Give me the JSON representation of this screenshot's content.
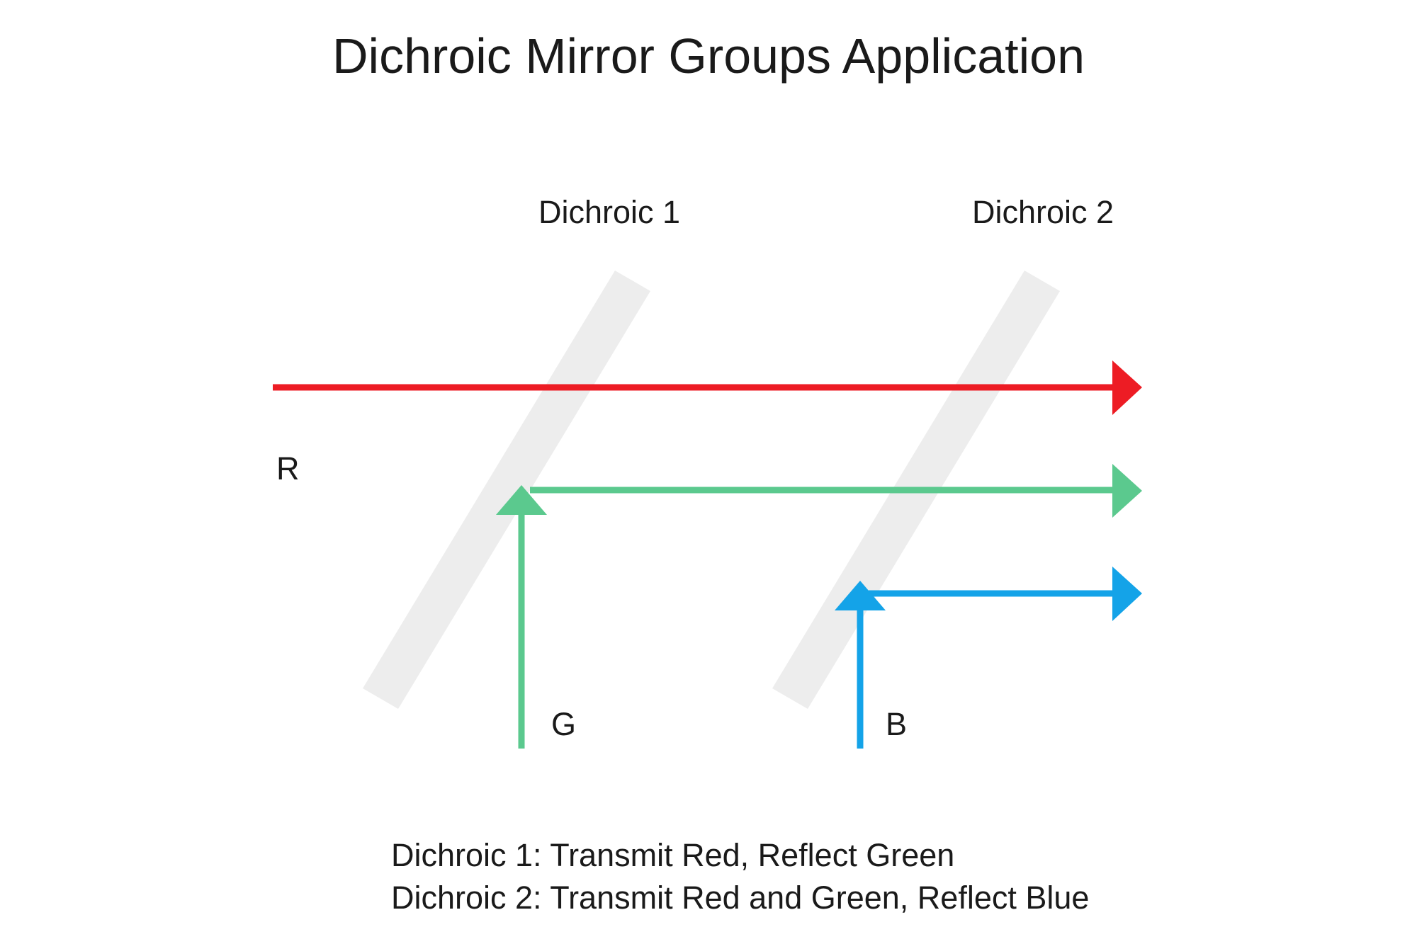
{
  "title": "Dichroic Mirror Groups Application",
  "mirrors": [
    {
      "label": "Dichroic 1"
    },
    {
      "label": "Dichroic 2"
    }
  ],
  "beam_labels": {
    "red": "R",
    "green": "G",
    "blue": "B"
  },
  "caption": {
    "line1": "Dichroic 1: Transmit Red, Reflect Green",
    "line2": "Dichroic 2: Transmit Red and Green, Reflect Blue"
  },
  "colors": {
    "red": "#ED1C24",
    "green": "#5BC98E",
    "blue": "#14A3E8",
    "mirror": "#EDEDED",
    "text": "#1A1A1A",
    "background": "#FFFFFF"
  },
  "chart_data": {
    "type": "diagram",
    "title": "Dichroic Mirror Groups Application",
    "elements": [
      {
        "name": "dichroic-mirror-1",
        "kind": "mirror",
        "label": "Dichroic 1",
        "color": "#EDEDED",
        "angle_deg": -57,
        "from": [
          535,
          965
        ],
        "to": [
          893,
          385
        ]
      },
      {
        "name": "dichroic-mirror-2",
        "kind": "mirror",
        "label": "Dichroic 2",
        "color": "#EDEDED",
        "angle_deg": -57,
        "from": [
          1113,
          965
        ],
        "to": [
          1471,
          385
        ]
      },
      {
        "name": "red-beam",
        "kind": "beam",
        "label": "R",
        "color": "#ED1C24",
        "direction": "left-to-right",
        "from": [
          385,
          547
        ],
        "to": [
          1608,
          547
        ],
        "arrowhead": "right",
        "passes": [
          "Dichroic 1",
          "Dichroic 2"
        ]
      },
      {
        "name": "green-beam-input",
        "kind": "beam",
        "label": "G",
        "color": "#5BC98E",
        "direction": "bottom-to-top",
        "from": [
          735,
          1055
        ],
        "to": [
          735,
          690
        ],
        "arrowhead": "up"
      },
      {
        "name": "green-beam-output",
        "kind": "beam",
        "label": "G",
        "color": "#5BC98E",
        "direction": "left-to-right",
        "from": [
          748,
          692
        ],
        "to": [
          1608,
          692
        ],
        "arrowhead": "right"
      },
      {
        "name": "blue-beam-input",
        "kind": "beam",
        "label": "B",
        "color": "#14A3E8",
        "direction": "bottom-to-top",
        "from": [
          1213,
          1055
        ],
        "to": [
          1213,
          836
        ],
        "arrowhead": "up"
      },
      {
        "name": "blue-beam-output",
        "kind": "beam",
        "label": "B",
        "color": "#14A3E8",
        "direction": "left-to-right",
        "from": [
          1226,
          838
        ],
        "to": [
          1608,
          838
        ],
        "arrowhead": "right"
      }
    ],
    "notes": [
      "Dichroic 1: Transmit Red, Reflect Green",
      "Dichroic 2: Transmit Red and Green, Reflect Blue"
    ]
  }
}
